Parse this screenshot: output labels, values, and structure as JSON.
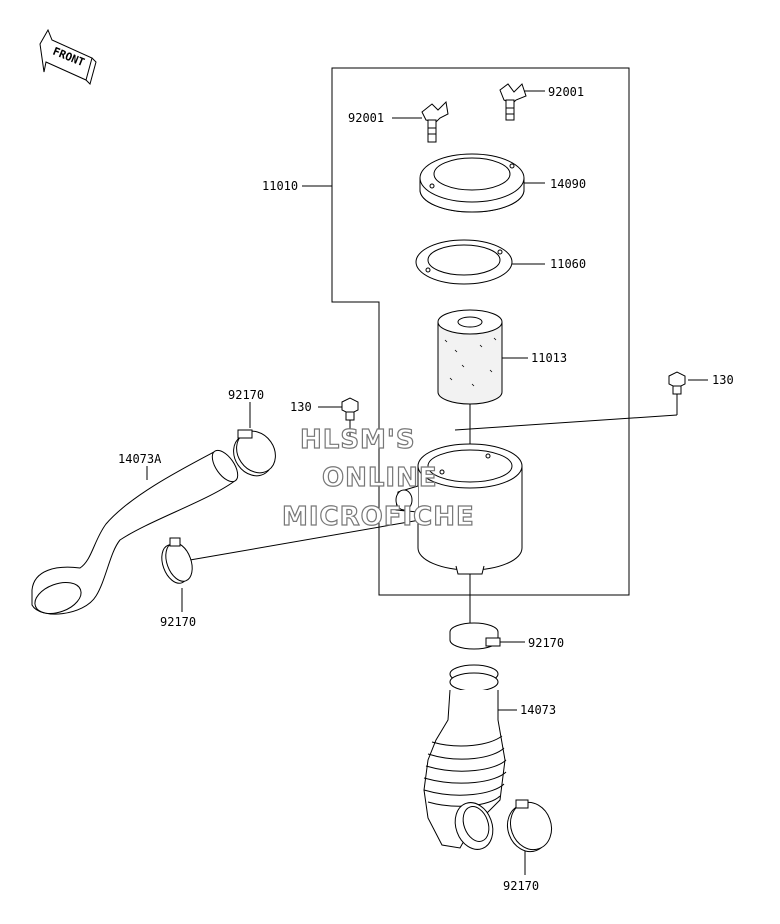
{
  "front_label": "FRONT",
  "watermark": [
    "HLSM'S",
    "ONLINE",
    "MICROFICHE"
  ],
  "callouts": {
    "wing_bolt_left": "92001",
    "wing_bolt_right": "92001",
    "assembly": "11010",
    "cover": "14090",
    "gasket": "11060",
    "element": "11013",
    "bolt_left": "130",
    "bolt_right": "130",
    "clamp_top_left": "92170",
    "duct_upper": "14073A",
    "clamp_lower_left": "92170",
    "clamp_center": "92170",
    "duct_lower": "14073",
    "clamp_bottom": "92170"
  }
}
